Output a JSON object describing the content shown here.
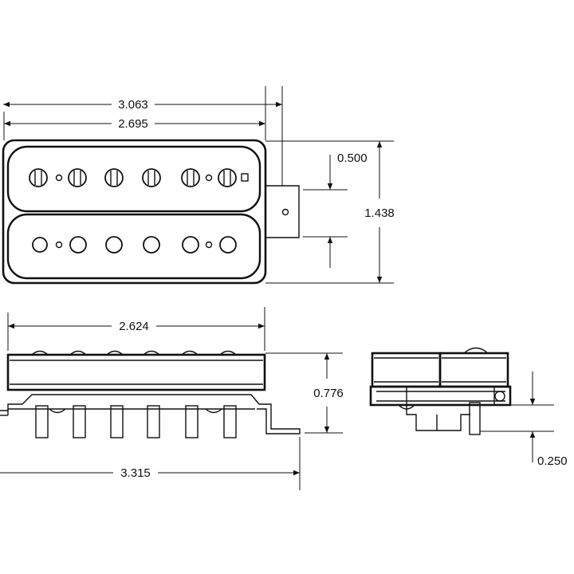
{
  "dimensions": {
    "outer_width": "3.063",
    "cover_width": "2.695",
    "pole_offset": "0.500",
    "height": "1.438",
    "side_width": "2.624",
    "depth": "0.776",
    "baseplate_length": "3.315",
    "screw_height": "0.250"
  }
}
